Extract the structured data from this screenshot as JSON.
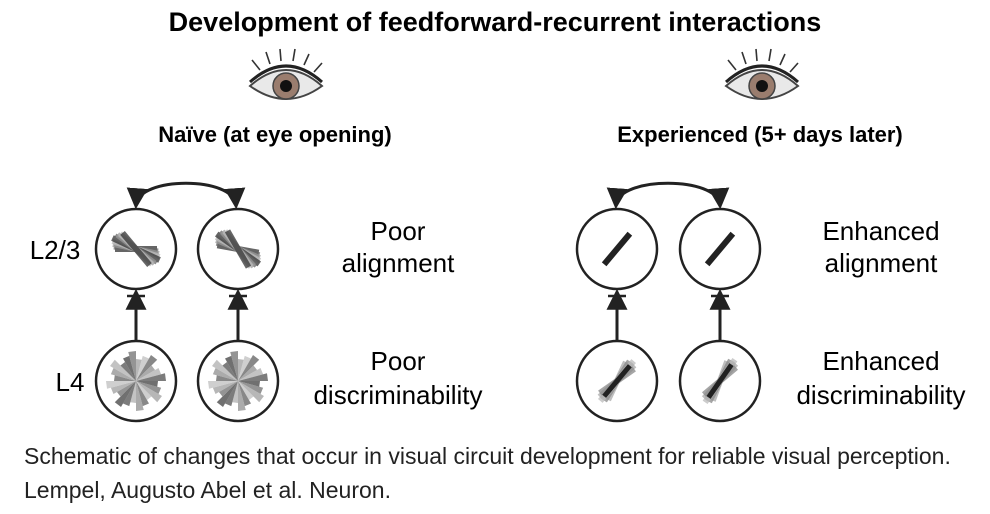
{
  "title": "Development of feedforward-recurrent interactions",
  "panels": [
    {
      "heading": "Naïve (at eye opening)",
      "l23_status": [
        "Poor",
        "alignment"
      ],
      "l4_status": [
        "Poor",
        "discriminability"
      ]
    },
    {
      "heading": "Experienced (5+ days later)",
      "l23_status": [
        "Enhanced",
        "alignment"
      ],
      "l4_status": [
        "Enhanced",
        "discriminability"
      ]
    }
  ],
  "layer_labels": {
    "l23": "L2/3",
    "l4": "L4"
  },
  "caption": "Schematic of changes that occur in visual circuit development for reliable visual perception. Lempel, Augusto Abel et al. Neuron.",
  "icons": {
    "eye": "eye-icon"
  },
  "colors": {
    "stroke": "#222222",
    "iris": "#9a7d6e",
    "eye_white": "#e9e9e9"
  }
}
